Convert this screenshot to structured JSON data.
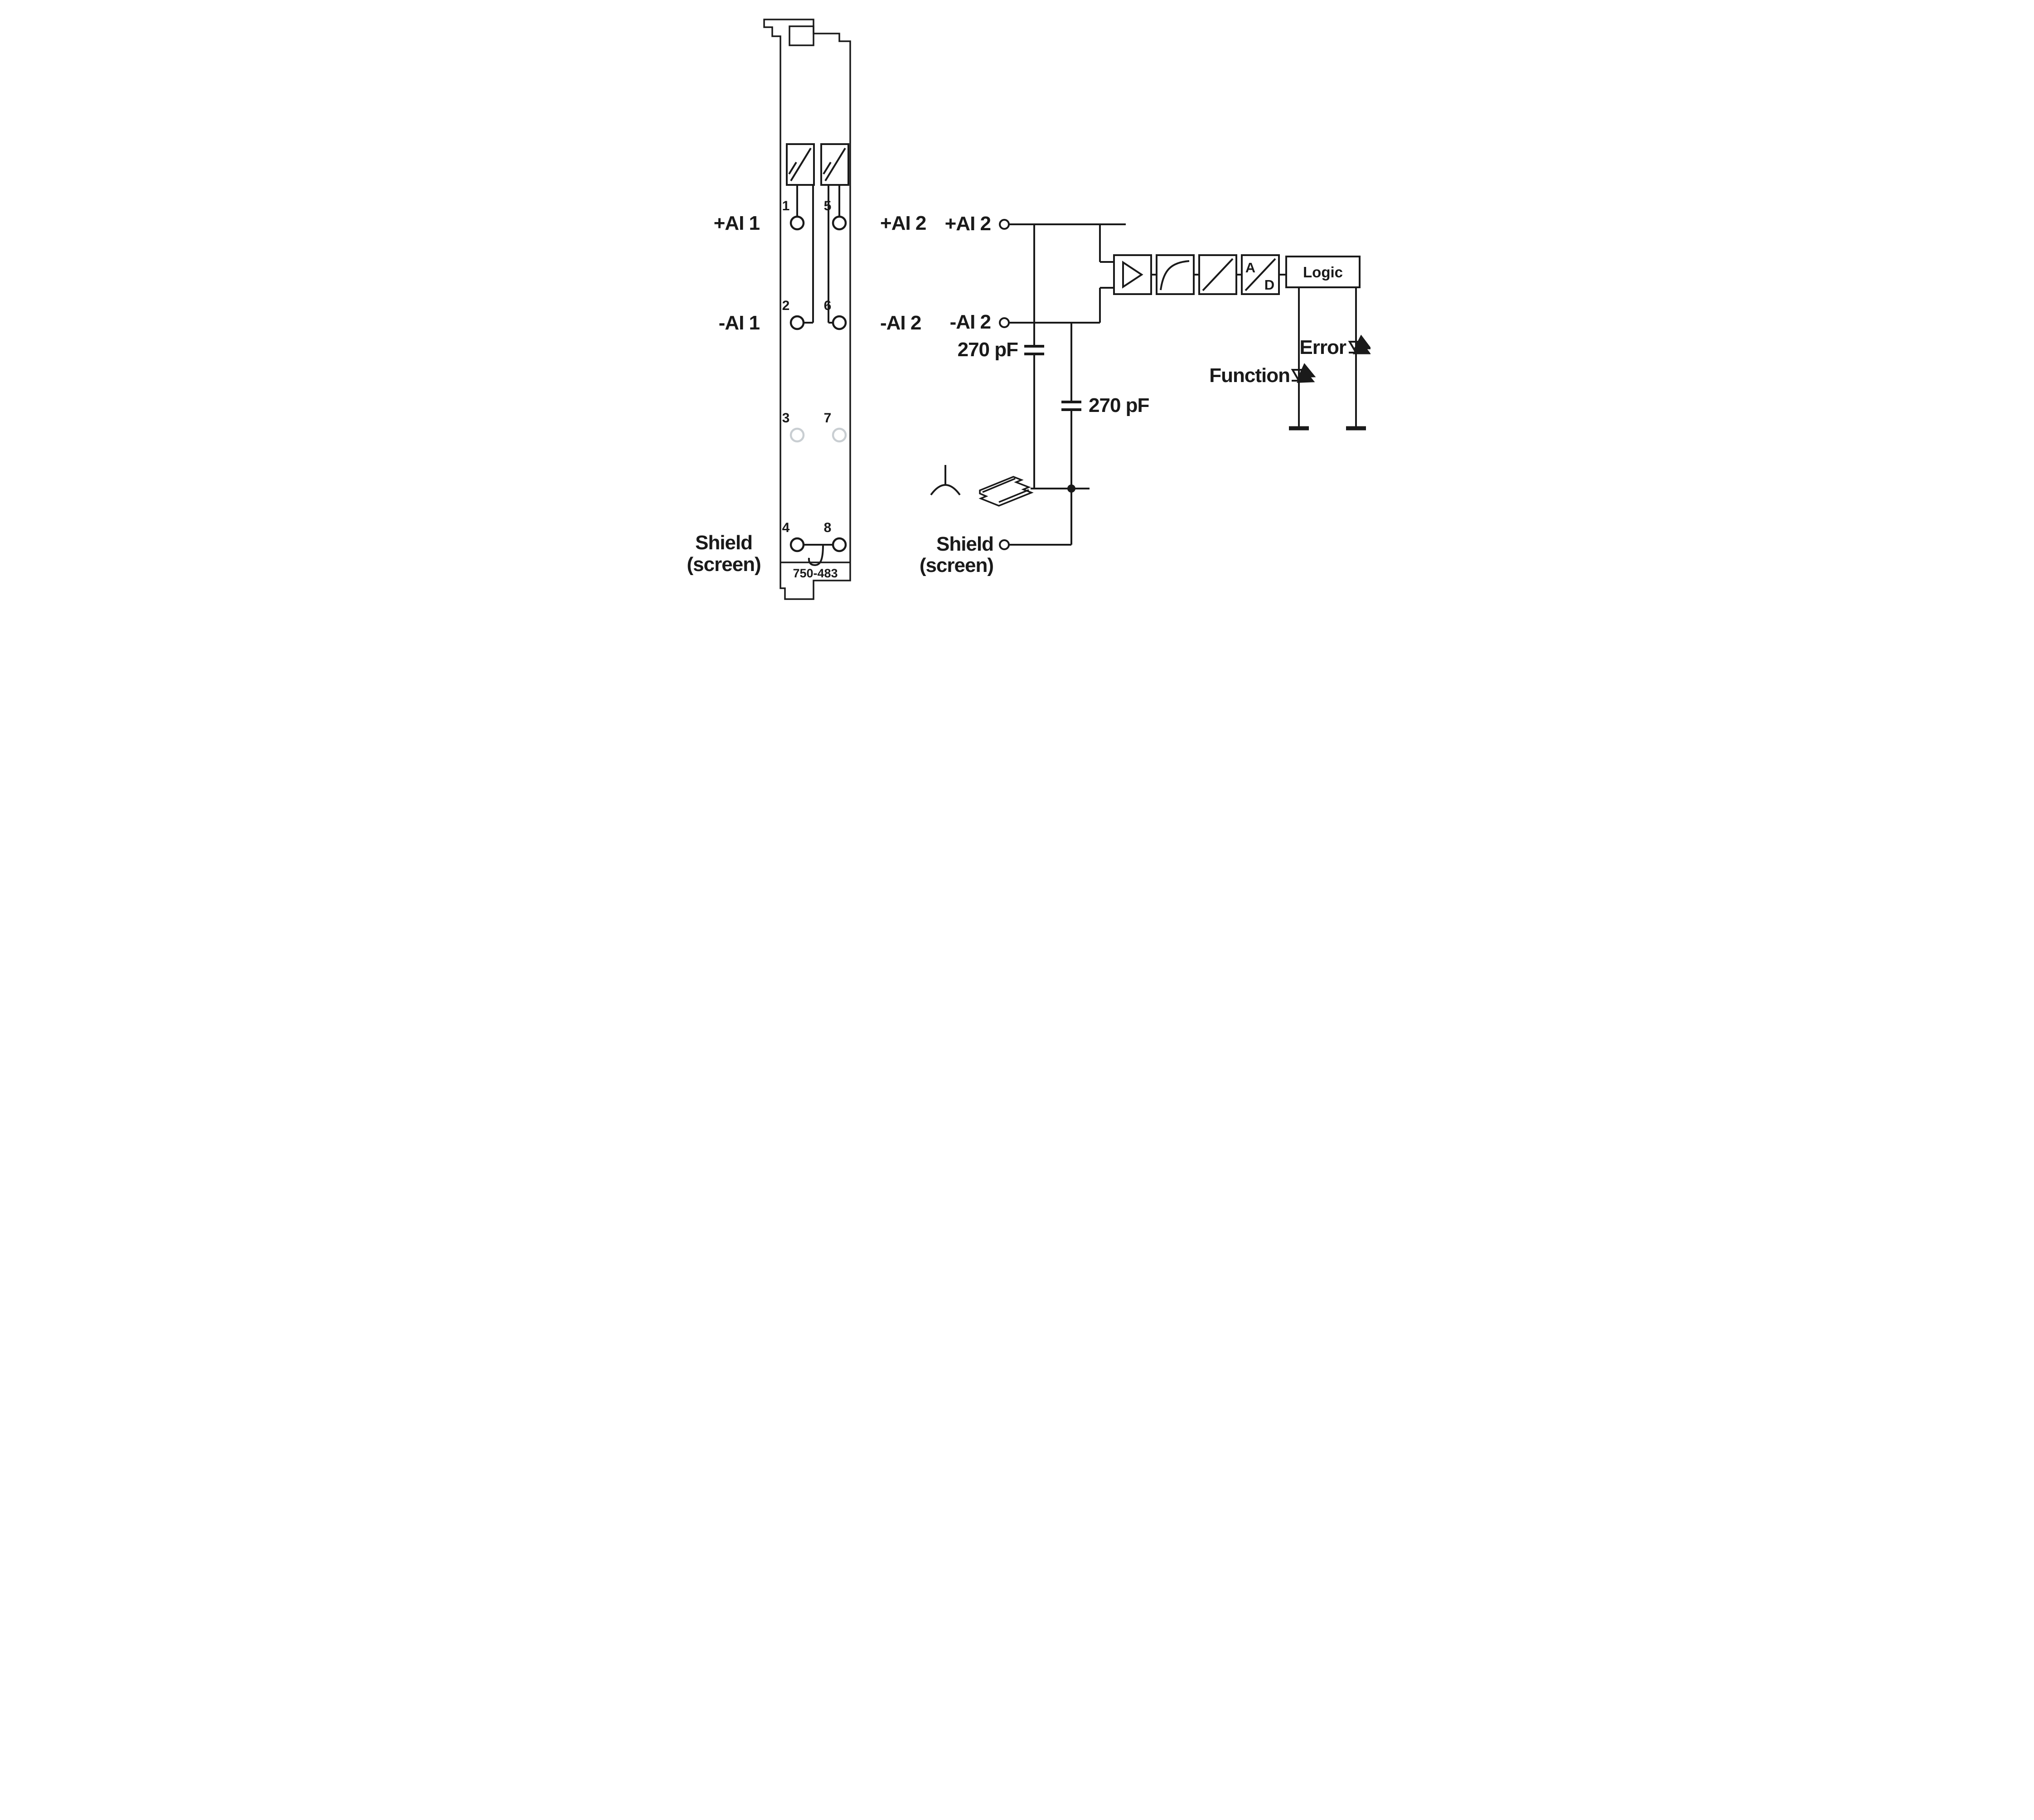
{
  "module": {
    "part_number": "750-483",
    "terminal_numbers": [
      "1",
      "2",
      "3",
      "4",
      "5",
      "6",
      "7",
      "8"
    ],
    "labels": {
      "ai1_plus": "+AI 1",
      "ai1_minus": "-AI 1",
      "ai2_plus": "+AI 2",
      "ai2_minus": "-AI 2",
      "shield": "Shield",
      "screen": "(screen)"
    }
  },
  "circuit": {
    "input_plus": "+AI 2",
    "input_minus": "-AI 2",
    "capacitor1": "270 pF",
    "capacitor2": "270 pF",
    "shield": "Shield",
    "screen": "(screen)",
    "adc_a": "A",
    "adc_d": "D",
    "logic": "Logic",
    "led_function": "Function",
    "led_error": "Error"
  },
  "colors": {
    "line": "#1a1a1a",
    "inactive_terminal": "#c9ced2",
    "background": "#ffffff"
  }
}
